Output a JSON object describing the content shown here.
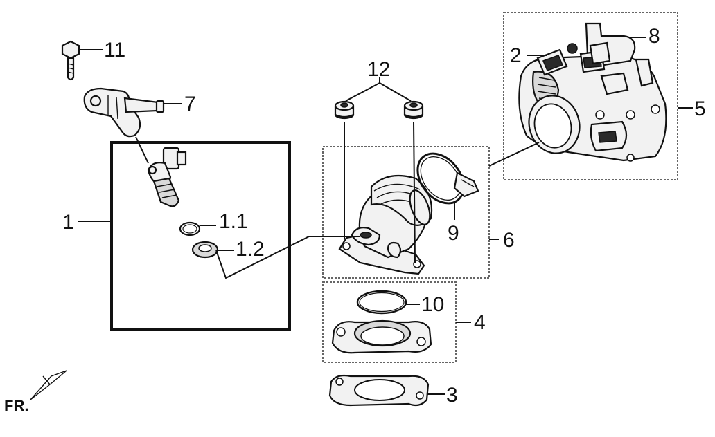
{
  "callouts": {
    "c1": "1",
    "c1_1": "1.1",
    "c1_2": "1.2",
    "c2": "2",
    "c3": "3",
    "c4": "4",
    "c5": "5",
    "c6": "6",
    "c7": "7",
    "c8": "8",
    "c9": "9",
    "c10": "10",
    "c11": "11",
    "c12": "12"
  },
  "orientation": {
    "label": "FR."
  },
  "colors": {
    "line": "#111111",
    "fill_light": "#f2f2f2",
    "fill_mid": "#d9d9d9",
    "fill_dark": "#2a2a2a"
  }
}
